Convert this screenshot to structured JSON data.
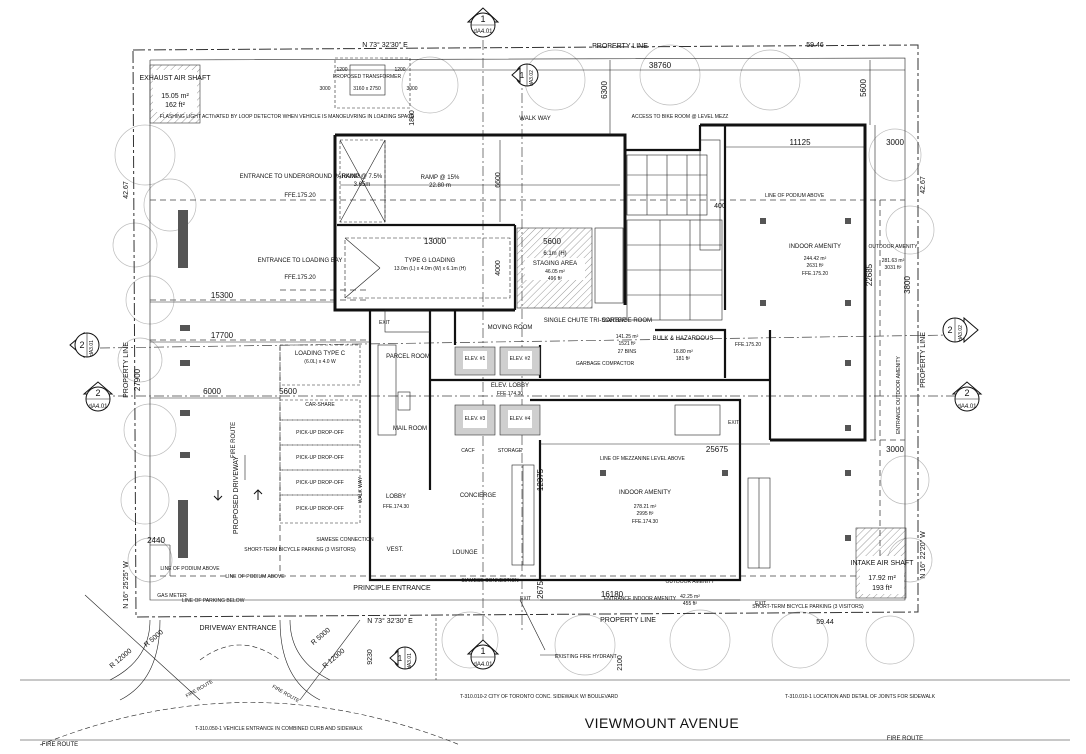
{
  "sheet": {
    "street_name": "VIEWMOUNT AVENUE",
    "property_line_label": "PROPERTY LINE",
    "bearing_north": "N 73° 32'30\" E",
    "bearing_south": "N 73° 32'30\" E",
    "bearing_west": "N 16° 25'25\" W",
    "bearing_east": "N 16° 22'20\" W",
    "prop_len_north": "59.46",
    "prop_len_south": "59.44",
    "prop_len_west": "42.67",
    "prop_len_east": "42.67",
    "fire_route": "FIRE ROUTE"
  },
  "section_markers": [
    {
      "id": "north",
      "num": "1",
      "sheet": "dA4.01"
    },
    {
      "id": "south",
      "num": "1",
      "sheet": "dA4.01"
    },
    {
      "id": "west-a",
      "num": "2",
      "sheet": "dA3.01"
    },
    {
      "id": "west-b",
      "num": "2",
      "sheet": "dA4.01"
    },
    {
      "id": "east-a",
      "num": "2",
      "sheet": "dA3.02"
    },
    {
      "id": "east-b",
      "num": "2",
      "sheet": "dA4.01"
    },
    {
      "id": "top-small",
      "num": "1",
      "sheet": "dA3.02"
    },
    {
      "id": "bottom-small",
      "num": "1",
      "sheet": "dA3.01"
    }
  ],
  "rooms": {
    "exhaust_shaft": {
      "name": "EXHAUST AIR SHAFT",
      "area_m": "15.05 m²",
      "area_ft": "162 ft²"
    },
    "intake_shaft": {
      "name": "INTAKE AIR SHAFT",
      "area_m": "17.92 m²",
      "area_ft": "193 ft²"
    },
    "transformer": "PROPOSED TRANSFORMER",
    "transformer_size": "3160 x 2750",
    "walkway": "WALK WAY",
    "bike_room": "ACCESS TO BIKE ROOM @ LEVEL MEZZ",
    "entrance_underground": "ENTRANCE TO UNDERGROUND PARKING",
    "ffe_175": "FFE.175.20",
    "ramp1": "RAMP @ 7.5%",
    "ramp1_len": "3.65m",
    "ramp2": "RAMP @ 15%",
    "ramp2_len": "22.80 m",
    "entrance_loading": "ENTRANCE TO LOADING BAY",
    "loading": "TYPE G LOADING",
    "loading_dims": "13.0m (L) x 4.0m (W) x 6.1m (H)",
    "staging": "STAGING AREA",
    "staging_h": "6.1m (H)",
    "staging_area_m": "46.05 m²",
    "staging_area_ft": "496 ft²",
    "moving_room": "MOVING ROOM",
    "tri_sorter": "SINGLE CHUTE TRI-SORTER",
    "garbage_room": "GARBAGE ROOM",
    "garbage_area": "141.25 m²",
    "garbage_area_ft": "1521 ft²",
    "bins": "27 BINS",
    "bulk": "BULK & HAZARDOUS",
    "bulk_area": "16.80 m²",
    "bulk_area_ft": "181 ft²",
    "compactor": "GARBAGE COMPACTOR",
    "indoor_amenity_1": "INDOOR AMENITY",
    "indoor_amenity_1_area": "244.42 m²",
    "indoor_amenity_1_ft": "2631 ft²",
    "outdoor_amenity_1": "OUTDOOR AMENITY",
    "outdoor_amenity_1_area": "281.63 m²",
    "outdoor_amenity_1_ft": "3031 ft²",
    "parcel": "PARCEL ROOM",
    "elev1": "ELEV. #1",
    "elev2": "ELEV. #2",
    "elev3": "ELEV. #3",
    "elev4": "ELEV. #4",
    "elev_lobby": "ELEV. LOBBY",
    "ffe_174": "FFE.174.30",
    "mail": "MAIL ROOM",
    "caca": "CACF",
    "storage": "STORAGE",
    "lobby": "LOBBY",
    "concierge": "CONCIERGE",
    "lounge": "LOUNGE",
    "vest": "VEST.",
    "indoor_amenity_2": "INDOOR AMENITY",
    "indoor_amenity_2_area": "278.21 m²",
    "indoor_amenity_2_ft": "2995 ft²",
    "outdoor_amenity_2": "OUTDOOR AMENITY",
    "outdoor_amenity_2_area": "42.25 m²",
    "outdoor_amenity_2_ft": "455 ft²",
    "loading_type_c": "LOADING TYPE C",
    "loading_type_c_dims": "(6.0L) x 4.0 W",
    "car_share": "CAR-SHARE",
    "pickup": "PICK-UP DROP-OFF",
    "proposed_driveway": "PROPOSED DRIVEWAY",
    "walk_way_v": "WALK WAY",
    "siamese": "SIAMESE CONNECTION",
    "short_term_bike": "SHORT-TERM BICYCLE PARKING (3 VISITORS)",
    "short_term_bike_2": "SHORT-TERM BICYCLE PARKING (3 VISITORS)",
    "principle_entrance": "PRINCIPLE ENTRANCE",
    "entrance_indoor": "ENTRANCE INDOOR AMENITY",
    "entrance_outdoor": "ENTRANCE OUTDOOR AMENITY",
    "gas_meter": "GAS METER",
    "driveway_entrance": "DRIVEWAY ENTRANCE",
    "existing_hydrant": "EXISTING FIRE HYDRANT",
    "exit": "EXIT",
    "line_podium_above": "LINE OF PODIUM ABOVE",
    "line_parking_below": "LINE OF PARKING BELOW",
    "line_mezz_above": "LINE OF MEZZANINE LEVEL ABOVE",
    "note_sidewalk": "T-310.010-2 CITY OF TORONTO CONC. SIDEWALK W/ BOULEVARD",
    "note_joints": "T-310.010-1 LOCATION AND DETAIL OF JOINTS FOR SIDEWALK",
    "note_vehicle": "T-310.050-1 VEHICLE ENTRANCE IN COMBINED CURB AND SIDEWALK",
    "flashing_light": "FLASHING LIGHT ACTIVATED BY LOOP DETECTOR WHEN VEHICLE IS MANOEUVRING IN LOADING SPACE"
  },
  "dims": {
    "d38760": "38760",
    "d6300": "6300",
    "d5600": "5600",
    "d11125": "11125",
    "d3000a": "3000",
    "d3000b": "3000",
    "d22685": "22685",
    "d3800": "3800",
    "d15300": "15300",
    "d17700": "17700",
    "d6000": "6000",
    "d5600b": "5600",
    "d27900": "27900",
    "d25675": "25675",
    "d12375": "12375",
    "d16180": "16180",
    "d2675": "2675",
    "d2440": "2440",
    "d9230": "9230",
    "d2100": "2100",
    "d1800": "1800",
    "d13000": "13000",
    "d5600c": "5600",
    "d4000": "4000",
    "d400": "400",
    "d6600": "6600",
    "r5000a": "R 5000",
    "r12000a": "R 12000",
    "r5000b": "R 5000",
    "r12000b": "R 12000",
    "d1200a": "1200",
    "d1200b": "1200",
    "d3000c": "3000",
    "d3000d": "3000"
  }
}
